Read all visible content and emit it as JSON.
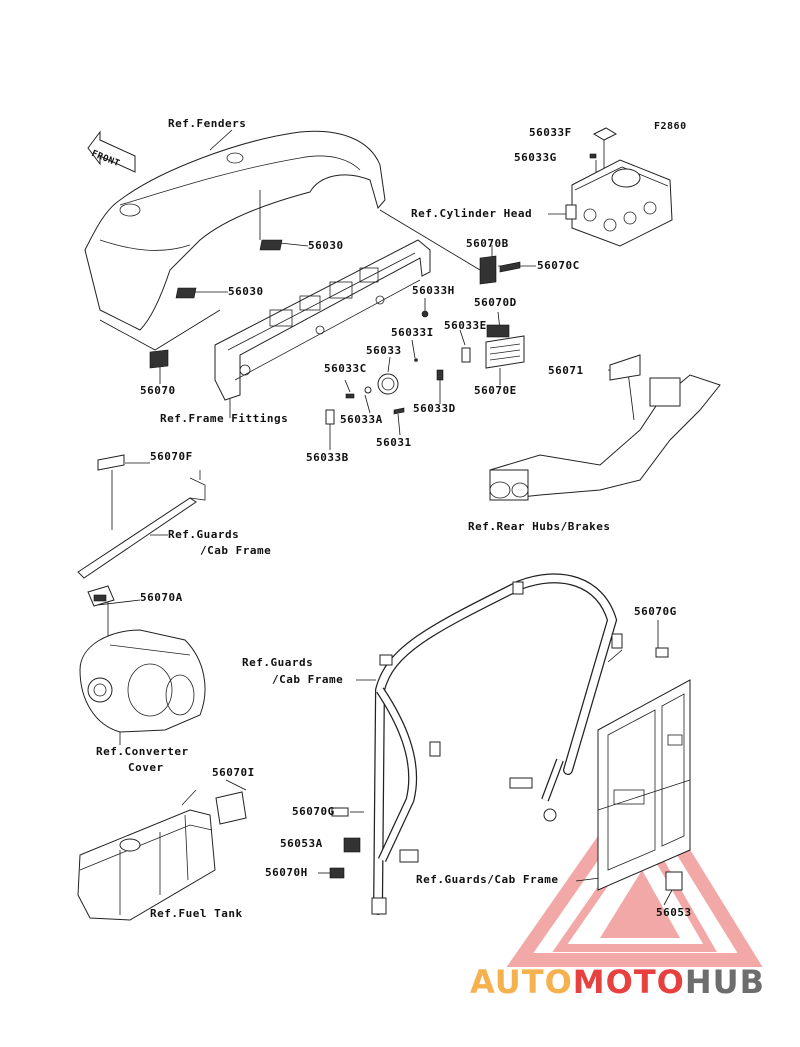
{
  "figure_code": "F2860",
  "front_arrow": "FRONT",
  "references": {
    "fenders": "Ref.Fenders",
    "cylinder_head": "Ref.Cylinder Head",
    "frame_fittings": "Ref.Frame Fittings",
    "rear_hubs": "Ref.Rear Hubs/Brakes",
    "guards_cab_1a": "Ref.Guards",
    "guards_cab_1b": "/Cab Frame",
    "guards_cab_2a": "Ref.Guards",
    "guards_cab_2b": "/Cab Frame",
    "converter_a": "Ref.Converter",
    "converter_b": "Cover",
    "fuel_tank": "Ref.Fuel Tank",
    "guards_cab_3": "Ref.Guards/Cab Frame"
  },
  "parts": {
    "p56033F": "56033F",
    "p56033G": "56033G",
    "p56030_upper": "56030",
    "p56070B": "56070B",
    "p56070C": "56070C",
    "p56030_lower": "56030",
    "p56033H": "56033H",
    "p56070D": "56070D",
    "p56033E": "56033E",
    "p56033I": "56033I",
    "p56033": "56033",
    "p56070": "56070",
    "p56071": "56071",
    "p56033C": "56033C",
    "p56070E": "56070E",
    "p56033A": "56033A",
    "p56033D": "56033D",
    "p56031": "56031",
    "p56033B": "56033B",
    "p56070F": "56070F",
    "p56070A": "56070A",
    "p56070G_right": "56070G",
    "p56070I": "56070I",
    "p56070G_left": "56070G",
    "p56053A": "56053A",
    "p56070H": "56070H",
    "p56053": "56053"
  },
  "watermark": {
    "part1": "AUTO",
    "part2": "MOTO",
    "part3": "HUB",
    "colors": {
      "auto": "#f6b14f",
      "moto": "#e6413f",
      "hub": "#6d6d6d",
      "triangle": "#e6413f"
    }
  }
}
